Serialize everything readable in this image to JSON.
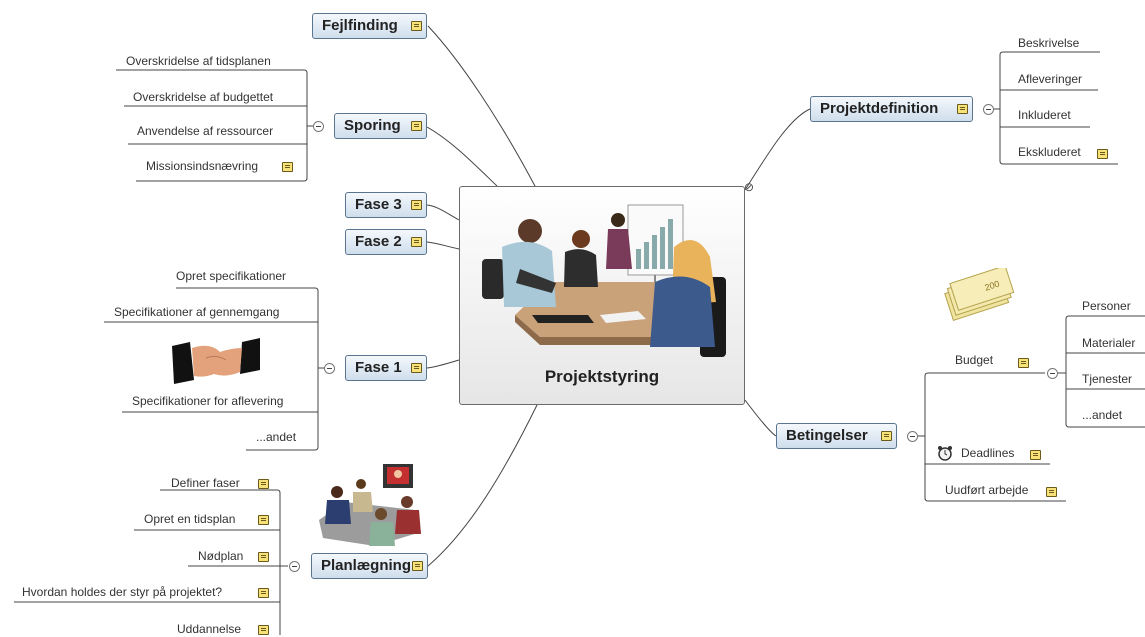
{
  "central": {
    "title": "Projektstyring"
  },
  "topics": {
    "fejlfinding": "Fejlfinding",
    "sporing": "Sporing",
    "fase3": "Fase 3",
    "fase2": "Fase 2",
    "fase1": "Fase 1",
    "planlaegning": "Planlægning",
    "projektdefinition": "Projektdefinition",
    "betingelser": "Betingelser"
  },
  "sporing_items": [
    "Overskridelse af tidsplanen",
    "Overskridelse af budgettet",
    "Anvendelse af ressourcer",
    "Missionsindsnævring"
  ],
  "fase1_items": [
    "Opret specifikationer",
    "Specifikationer af gennemgang",
    "Specifikationer for aflevering",
    "...andet"
  ],
  "planlaegning_items": [
    "Definer faser",
    "Opret en tidsplan",
    "Nødplan",
    "Hvordan holdes der styr på projektet?",
    "Uddannelse"
  ],
  "projektdefinition_items": [
    "Beskrivelse",
    "Afleveringer",
    "Inkluderet",
    "Ekskluderet"
  ],
  "betingelser_items": [
    "Budget",
    "Deadlines",
    "Uudført arbejde"
  ],
  "budget_items": [
    "Personer",
    "Materialer",
    "Tjenester",
    "...andet"
  ],
  "icons": [
    "note-icon",
    "collapse-icon",
    "attachment-icon",
    "alarm-clock-icon",
    "money-icon",
    "handshake-icon",
    "meeting-icon",
    "presentation-icon"
  ]
}
